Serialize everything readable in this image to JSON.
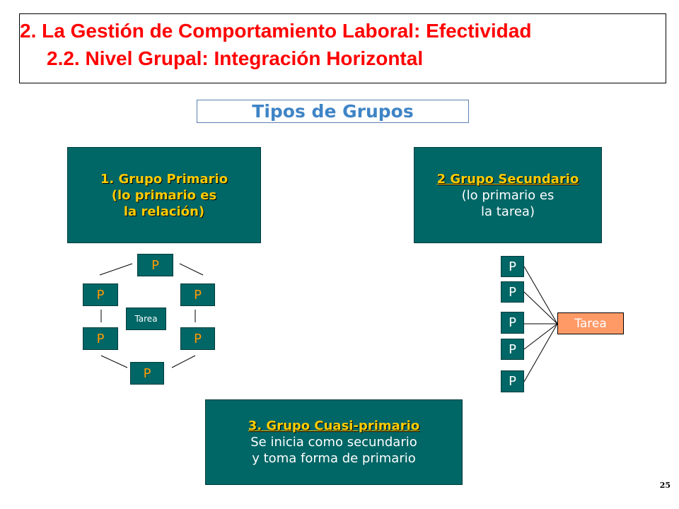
{
  "title": {
    "line1": "2. La Gestión de Comportamiento Laboral: Efectividad",
    "line2": "2.2. Nivel Grupal: Integración Horizontal"
  },
  "subtitle": "Tipos de Grupos",
  "groups": {
    "primary": {
      "name": "1. Grupo Primario",
      "desc_line1": "(lo primario es",
      "desc_line2": "la relación)"
    },
    "secondary": {
      "name": "2 Grupo Secundario",
      "desc_line1": "(lo primario es",
      "desc_line2": "la tarea)"
    },
    "quasi": {
      "name": "3. Grupo Cuasi-primario",
      "desc_line1": "Se inicia como secundario",
      "desc_line2": "y toma forma de primario"
    }
  },
  "diagram_primary": {
    "person_label": "P",
    "task_label": "Tarea"
  },
  "diagram_secondary": {
    "person_label": "P",
    "task_label": "Tarea"
  },
  "page_number": "25",
  "colors": {
    "title_red": "#ff0000",
    "subtitle_blue": "#3f84c6",
    "box_teal": "#006666",
    "highlight_yellow": "#ffcc00",
    "p_orange": "#ff9900",
    "task_salmon": "#ff9966"
  }
}
